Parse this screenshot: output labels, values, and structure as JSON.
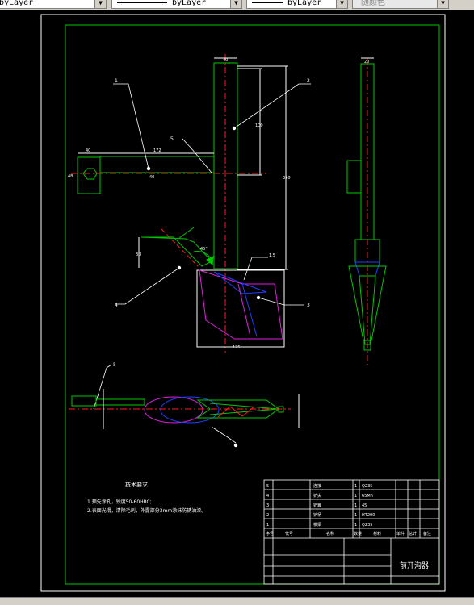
{
  "toolbar": {
    "linetype": "byLayer",
    "lineweight": "byLayer",
    "plotstyle": "byLayer",
    "color": "随颜色"
  },
  "drawing": {
    "title": "前开沟器",
    "tech_heading": "技术要求",
    "tech_notes": [
      "1.预先涂孔，锐度50-60HRC;",
      "2.表面光滑，清除毛刺，外露部分3mm涂抹防锈油漆。"
    ],
    "bom": [
      {
        "no": "5",
        "code": "",
        "name": "连接",
        "qty": "1",
        "material": "Q235"
      },
      {
        "no": "4",
        "code": "",
        "name": "铲尖",
        "qty": "1",
        "material": "65Mn"
      },
      {
        "no": "3",
        "code": "",
        "name": "铲翼",
        "qty": "1",
        "material": "45"
      },
      {
        "no": "2",
        "code": "",
        "name": "铲柄",
        "qty": "1",
        "material": "HT200"
      },
      {
        "no": "1",
        "code": "",
        "name": "横梁",
        "qty": "1",
        "material": "Q235"
      }
    ],
    "bom_header": [
      "序号",
      "代号",
      "名称",
      "数量",
      "材料",
      "单件",
      "总计",
      "备注"
    ],
    "balloons": [
      "1",
      "2",
      "3",
      "4",
      "5"
    ],
    "dims": [
      "40",
      "172",
      "48",
      "40",
      "100",
      "370",
      "30",
      "45°",
      "125",
      "1.5",
      "20"
    ]
  }
}
